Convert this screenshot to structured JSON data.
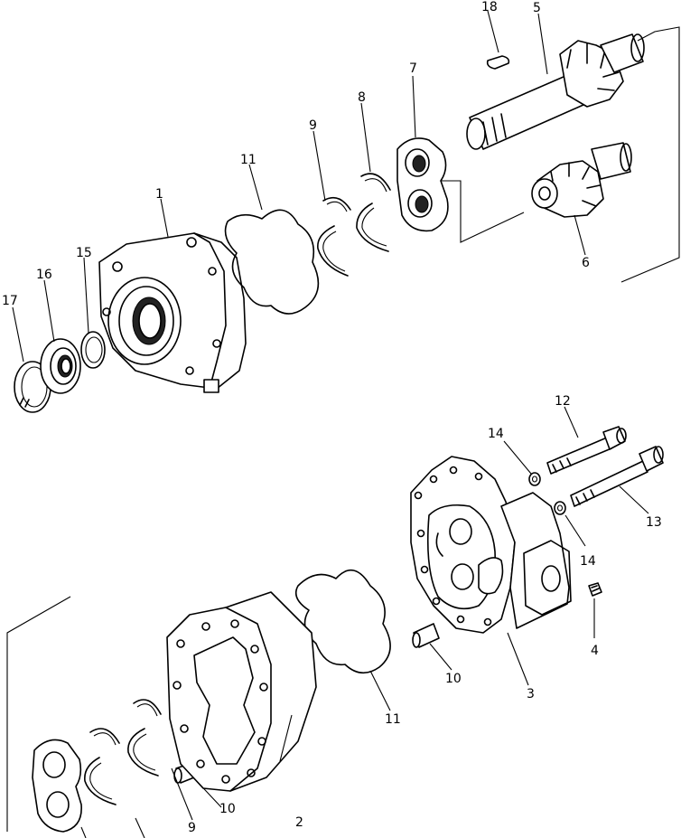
{
  "callouts": [
    {
      "id": "c1",
      "text": "1"
    },
    {
      "id": "c2",
      "text": "2"
    },
    {
      "id": "c3",
      "text": "3"
    },
    {
      "id": "c4",
      "text": "4"
    },
    {
      "id": "c5",
      "text": "5"
    },
    {
      "id": "c6",
      "text": "6"
    },
    {
      "id": "c7",
      "text": "7"
    },
    {
      "id": "c8",
      "text": "8"
    },
    {
      "id": "c9a",
      "text": "9"
    },
    {
      "id": "c9b",
      "text": "9"
    },
    {
      "id": "c10a",
      "text": "10"
    },
    {
      "id": "c10b",
      "text": "10"
    },
    {
      "id": "c11a",
      "text": "11"
    },
    {
      "id": "c11b",
      "text": "11"
    },
    {
      "id": "c12",
      "text": "12"
    },
    {
      "id": "c13",
      "text": "13"
    },
    {
      "id": "c14a",
      "text": "14"
    },
    {
      "id": "c14b",
      "text": "14"
    },
    {
      "id": "c15",
      "text": "15"
    },
    {
      "id": "c16",
      "text": "16"
    },
    {
      "id": "c17",
      "text": "17"
    },
    {
      "id": "c18",
      "text": "18"
    }
  ]
}
